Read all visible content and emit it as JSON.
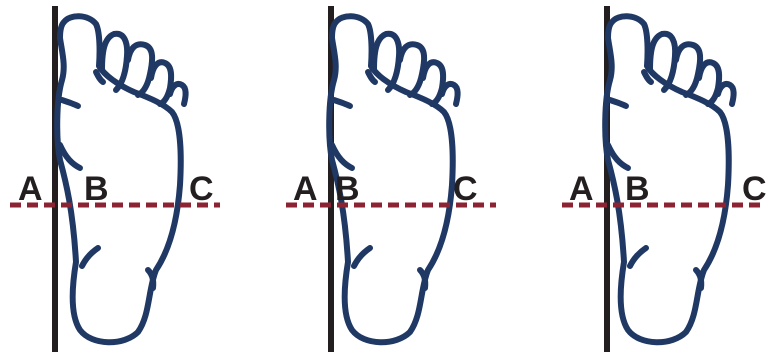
{
  "colors": {
    "foot_outline": "#1f3864",
    "reference_line": "#231f20",
    "dashed_line": "#8b2332",
    "label": "#231f20",
    "background": "#ffffff"
  },
  "panels": [
    {
      "labels": {
        "a": "A",
        "b": "B",
        "c": "C"
      }
    },
    {
      "labels": {
        "a": "A",
        "b": "B",
        "c": "C"
      }
    },
    {
      "labels": {
        "a": "A",
        "b": "B",
        "c": "C"
      }
    }
  ]
}
